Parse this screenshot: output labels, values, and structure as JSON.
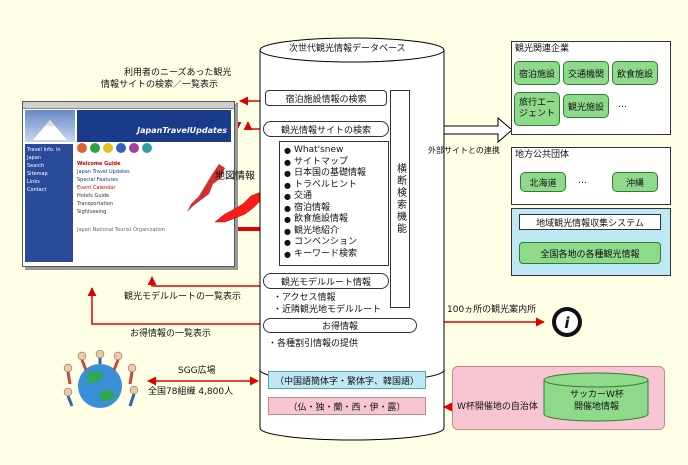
{
  "labels": {
    "needs_line1": "利用者のニーズあった観光",
    "needs_line2": "情報サイトの検索／一覧表示",
    "map_info": "地図情報",
    "model_route_list": "観光モデルルートの一覧表示",
    "deals_list": "お得情報の一覧表示",
    "sgg_title": "SGG広場",
    "sgg_detail": "全国78組織 4,800人",
    "external_link": "外部サイトとの連携",
    "info_centers": "100ヵ所の観光案内所",
    "wc_host": "W杯開催地の自治体"
  },
  "database": {
    "title": "次世代観光情報データベース",
    "accommodation_search": "宿泊施設情報の検索",
    "site_search": "観光情報サイトの検索",
    "menu": [
      "What'snew",
      "サイトマップ",
      "日本国の基礎情報",
      "トラベルヒント",
      "交通",
      "宿泊情報",
      "飲食施設情報",
      "観光地紹介",
      "コンベンション",
      "キーワード検索"
    ],
    "cross_search": "横断検索機能",
    "model_route": "観光モデルルート情報",
    "access_info": "・アクセス情報",
    "nearby_route": "・近隣観光地モデルルート",
    "deals": "お得情報",
    "discount": "・各種割引情報の提供",
    "lang_cn": "（中国語簡体字・繁体字、韓国語）",
    "lang_eu": "（仏・独・蘭・西・伊・露）"
  },
  "tourism_companies": {
    "title": "観光関連企業",
    "items": [
      "宿泊施設",
      "交通機関",
      "飲食施設",
      "旅行エージェント",
      "観光施設"
    ],
    "more": "…"
  },
  "local_gov": {
    "title": "地方公共団体",
    "items": [
      "北海道",
      "沖縄"
    ],
    "more": "…"
  },
  "regional_system": {
    "title": "地域観光情報収集システム",
    "item": "全国各地の各種観光情報"
  },
  "worldcup": {
    "line1": "サッカーW杯",
    "line2": "開催地情報"
  },
  "screenshot": {
    "logo": "JapanTravelUpdates",
    "nav_title": "Travel Info. in Japan",
    "side_links": [
      "Search",
      "Sitemap",
      "Links",
      "Contact"
    ],
    "section": "Welcome Guide",
    "body_lines": [
      "Japan Travel Updates",
      "Special Features",
      "Event Calendar",
      "Hotels Guide",
      "Transportation",
      "Sightseeing"
    ],
    "footer": "Japan National Tourist Organization"
  },
  "colors": {
    "background": "#ffffe6",
    "arrow_red": "#e00000",
    "green_box": "#8fd98a",
    "pink_panel": "#f7c6d2",
    "cyan_panel": "#bfe8f5",
    "map_red": "#ff1a1a"
  },
  "icons": {
    "info": "info-icon",
    "globe": "globe-people-icon"
  }
}
